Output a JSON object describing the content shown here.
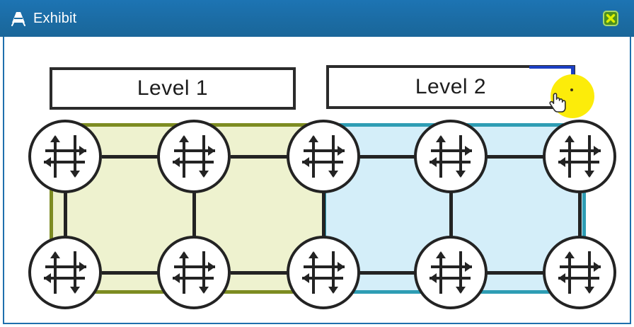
{
  "window": {
    "title": "Exhibit",
    "title_bar_color": "#1b6ca4",
    "icon_name": "exhibit-easel-icon",
    "close_button_name": "close-icon",
    "close_button_color": "#7ab800"
  },
  "diagram": {
    "type": "network-topology",
    "zones": [
      {
        "id": "level-1",
        "label": "Level 1",
        "fill_color": "#eef2cf",
        "border_color": "#7d8c22"
      },
      {
        "id": "level-2",
        "label": "Level 2",
        "fill_color": "#d4eef9",
        "border_color": "#2e9db4"
      }
    ],
    "routers": [
      {
        "id": "r1",
        "row": "top",
        "col": 1,
        "zone": "level-1",
        "icon": "router-icon"
      },
      {
        "id": "r2",
        "row": "top",
        "col": 2,
        "zone": "level-1",
        "icon": "router-icon"
      },
      {
        "id": "r3",
        "row": "top",
        "col": 3,
        "zone": "level-1/level-2",
        "icon": "router-icon"
      },
      {
        "id": "r4",
        "row": "top",
        "col": 4,
        "zone": "level-2",
        "icon": "router-icon"
      },
      {
        "id": "r5",
        "row": "top",
        "col": 5,
        "zone": "level-2",
        "icon": "router-icon"
      },
      {
        "id": "r6",
        "row": "bottom",
        "col": 1,
        "zone": "level-1",
        "icon": "router-icon"
      },
      {
        "id": "r7",
        "row": "bottom",
        "col": 2,
        "zone": "level-1",
        "icon": "router-icon"
      },
      {
        "id": "r8",
        "row": "bottom",
        "col": 3,
        "zone": "level-1/level-2",
        "icon": "router-icon"
      },
      {
        "id": "r9",
        "row": "bottom",
        "col": 4,
        "zone": "level-2",
        "icon": "router-icon"
      },
      {
        "id": "r10",
        "row": "bottom",
        "col": 5,
        "zone": "level-2",
        "icon": "router-icon"
      }
    ],
    "links": [
      {
        "from": "r1",
        "to": "r2"
      },
      {
        "from": "r2",
        "to": "r3"
      },
      {
        "from": "r3",
        "to": "r4"
      },
      {
        "from": "r4",
        "to": "r5"
      },
      {
        "from": "r6",
        "to": "r7"
      },
      {
        "from": "r7",
        "to": "r8"
      },
      {
        "from": "r8",
        "to": "r9"
      },
      {
        "from": "r9",
        "to": "r10"
      },
      {
        "from": "r1",
        "to": "r6"
      },
      {
        "from": "r2",
        "to": "r7"
      },
      {
        "from": "r3",
        "to": "r8"
      },
      {
        "from": "r4",
        "to": "r9"
      },
      {
        "from": "r5",
        "to": "r10"
      }
    ],
    "link_color": "#232323"
  },
  "cursor": {
    "name": "pointing-hand-cursor",
    "highlight_color": "#fcec0a"
  }
}
